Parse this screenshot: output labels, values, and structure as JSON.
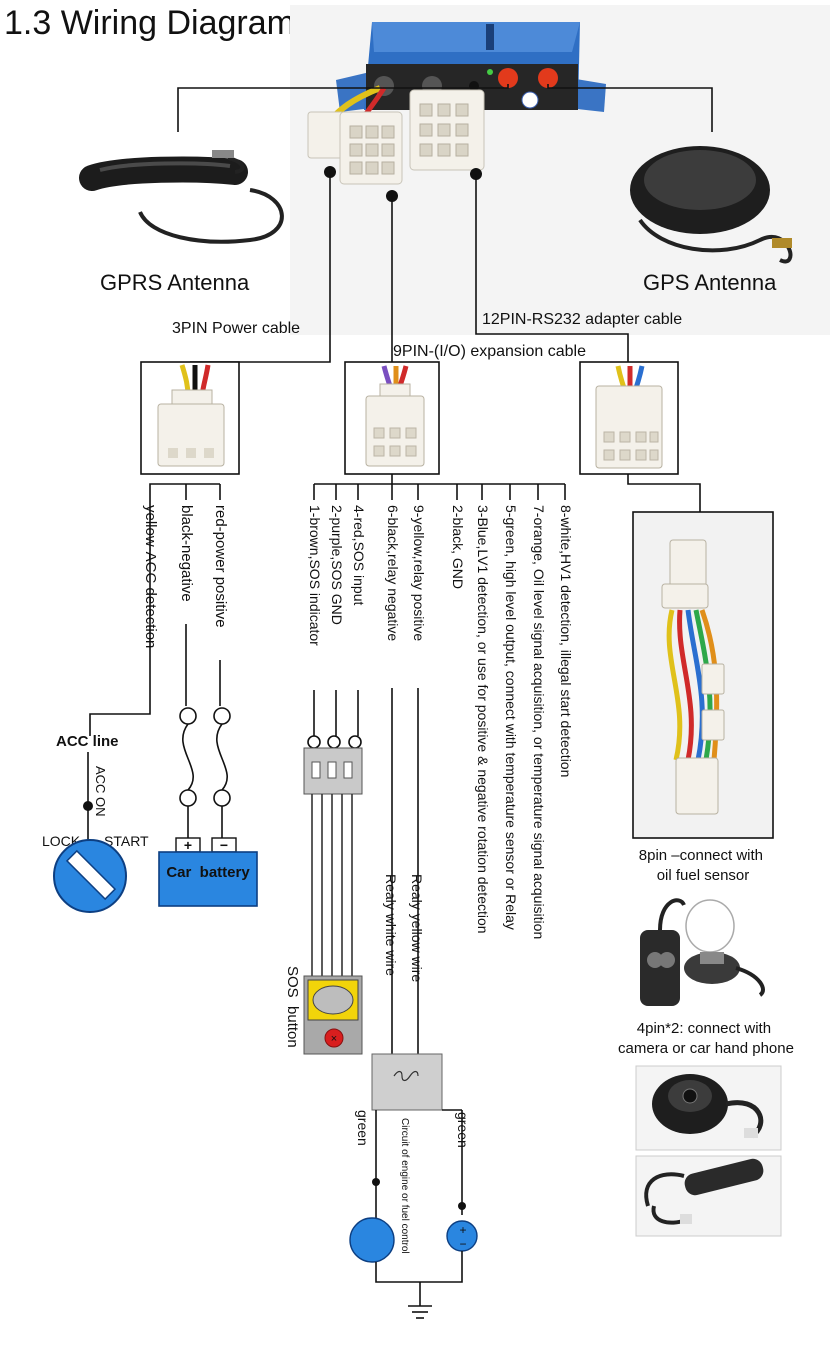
{
  "page_title": "1.3 Wiring Diagram",
  "antennas": {
    "gprs": "GPRS Antenna",
    "gps": "GPS Antenna"
  },
  "cables": {
    "power": "3PIN Power cable",
    "io": "9PIN-(I/O) expansion cable",
    "rs232": "12PIN-RS232 adapter cable"
  },
  "power_wires": {
    "yellow": "yellow-ACC detection",
    "black": "black-negative",
    "red": "red-power positive"
  },
  "io_wires": [
    "1-brown,SOS indicator",
    "2-purple,SOS GND",
    "4-red,SOS input",
    "6-black,relay negative",
    "9-yellow,relay positive",
    "2-black, GND",
    "3-Blue,LV1 detection, or use for positive & negative rotation detection",
    "5-green, high level output, connect with temperature sensor or Relay",
    "7-orange, Oil level signal acquisition, or temperature signal acquisition",
    "8-white,HV1 detection, illegal start detection"
  ],
  "acc": {
    "line": "ACC line",
    "on": "ACC ON",
    "lock": "LOCK",
    "start": "START"
  },
  "battery": {
    "label": "Car  battery",
    "plus": "+",
    "minus": "−"
  },
  "sos": {
    "label": "SOS  button"
  },
  "relay": {
    "yellow": "Realy yellow wire",
    "white": "Realy white wire",
    "green_left": "green",
    "green_right": "green",
    "circuit": "Circuit of engine or fuel control",
    "plus": "+",
    "minus": "−"
  },
  "accessories": {
    "pin8": "8pin –connect with\noil fuel sensor",
    "pin4": "4pin*2: connect with\ncamera or car hand phone"
  },
  "colors": {
    "device_blue": "#2f6fc4",
    "battery_blue": "#2a86e0",
    "connector_white": "#f4f1ea",
    "sos_yellow": "#f2d40a",
    "sos_red": "#d81e1e",
    "port_red": "#e23a1c"
  }
}
